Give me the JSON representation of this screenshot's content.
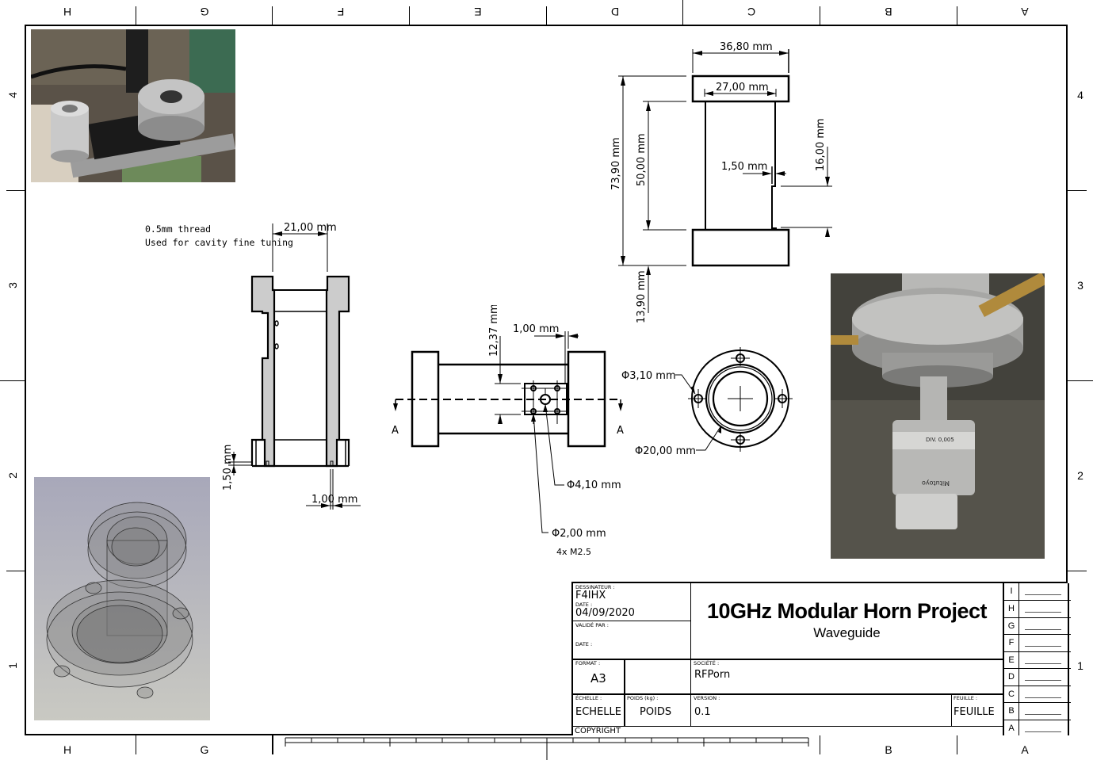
{
  "sheet": {
    "top_zones": [
      "H",
      "G",
      "F",
      "E",
      "D",
      "C",
      "B",
      "A"
    ],
    "bottom_zones": [
      "H",
      "G",
      "",
      "",
      "",
      "",
      "B",
      "A"
    ],
    "row_zones": [
      "4",
      "3",
      "2",
      "1"
    ]
  },
  "notes": {
    "thread_line1": "0.5mm thread",
    "thread_line2": "Used for cavity fine tuning",
    "screws": "4x M2.5"
  },
  "dimensions": {
    "d_36_80": "36,80  mm",
    "d_27_00": "27,00  mm",
    "d_73_90": "73,90  mm",
    "d_50_00": "50,00  mm",
    "d_1_50_top": "1,50  mm",
    "d_16_00": "16,00  mm",
    "d_13_90": "13,90  mm",
    "d_21_00": "21,00  mm",
    "d_1_50_side": "1,50  mm",
    "d_1_00_side": "1,00  mm",
    "d_12_37": "12,37  mm",
    "d_1_00_front": "1,00  mm",
    "d_phi_4_10": "Φ4,10  mm",
    "d_phi_2_00": "Φ2,00  mm",
    "d_phi_3_10": "Φ3,10  mm",
    "d_phi_20_00": "Φ20,00  mm",
    "section_left": "A",
    "section_right": "A"
  },
  "photos": {
    "mill_photo": "milling-machine-photo",
    "cad_render": "cad-3d-render",
    "micrometer_photo": "micrometer-tuning-photo"
  },
  "title_block": {
    "dessinateur_label": "DESSINATEUR :",
    "dessinateur_value": "F4IHX",
    "date_label": "DATE :",
    "date_value": "04/09/2020",
    "valide_label": "VALIDÉ PAR :",
    "date2_label": "DATE :",
    "title": "10GHz Modular Horn Project",
    "subtitle": "Waveguide",
    "format_label": "FORMAT :",
    "format_value": "A3",
    "societe_label": "SOCIÉTÉ :",
    "societe_value": "RFPorn",
    "echelle_label": "ÉCHELLE :",
    "echelle_value": "ECHELLE",
    "poids_label": "POIDS (kg) :",
    "poids_value": "POIDS",
    "version_label": "VERSION :",
    "version_value": "0.1",
    "feuille_label": "FEUILLE :",
    "feuille_value": "FEUILLE",
    "copyright": "COPYRIGHT",
    "revisions": [
      "I",
      "H",
      "G",
      "F",
      "E",
      "D",
      "C",
      "B",
      "A"
    ]
  },
  "colors": {
    "line": "#000000",
    "section_fill": "#cccccc",
    "render_bg_top": "#a6a6b8",
    "render_bg_bottom": "#c8c8c0"
  }
}
